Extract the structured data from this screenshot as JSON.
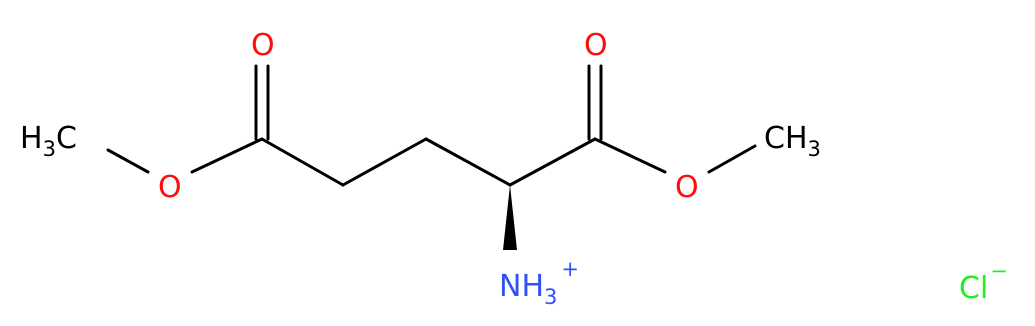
{
  "molecule": {
    "atoms": {
      "h3c_left": {
        "symbol": "H",
        "subscript": "3",
        "element": "C"
      },
      "o_left_ester": {
        "symbol": "O"
      },
      "o_left_carbonyl": {
        "symbol": "O"
      },
      "o_right_carbonyl": {
        "symbol": "O"
      },
      "o_right_ester": {
        "symbol": "O"
      },
      "ch3_right": {
        "symbol": "CH",
        "subscript": "3"
      },
      "ammonium": {
        "symbol": "NH",
        "subscript": "3",
        "charge": "+"
      },
      "chloride": {
        "symbol": "Cl",
        "charge": "−"
      }
    },
    "colors": {
      "carbon": "#000000",
      "oxygen": "#ff0d0d",
      "nitrogen": "#3050f8",
      "chlorine": "#1ff01f"
    }
  }
}
